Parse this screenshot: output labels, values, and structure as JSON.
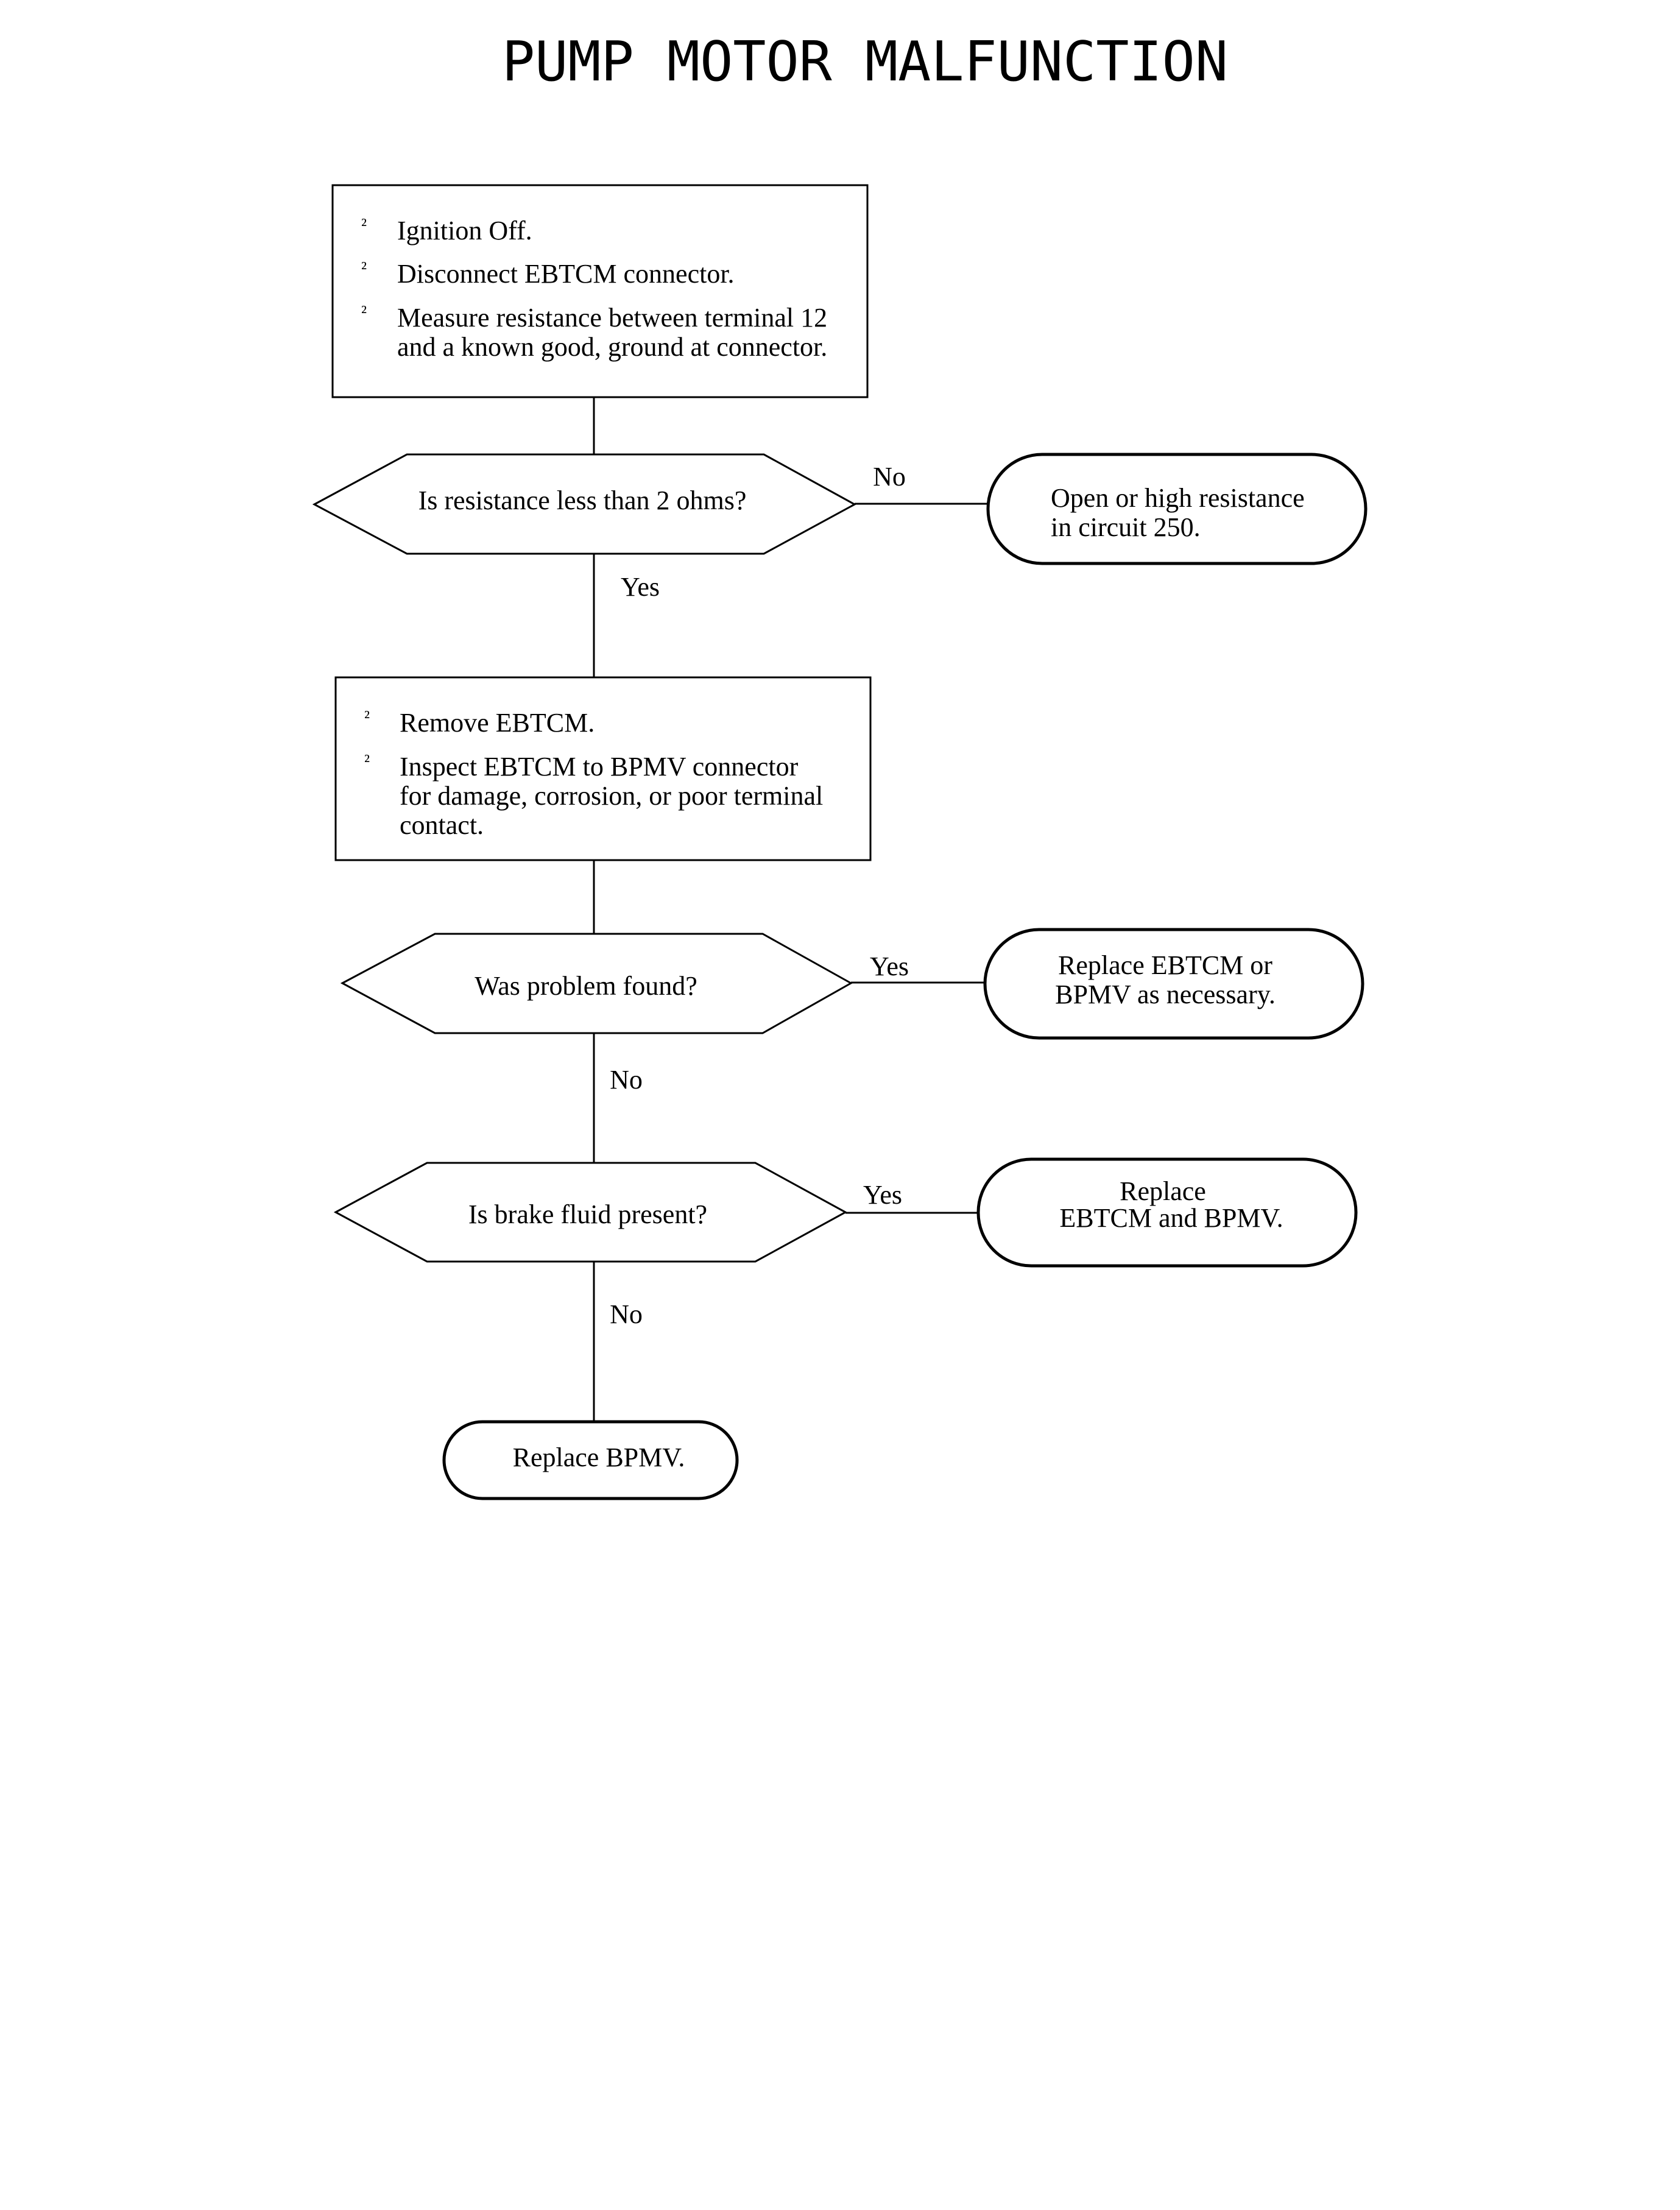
{
  "title": "PUMP MOTOR MALFUNCTION",
  "bullet_glyph": "²",
  "step1": {
    "items": [
      {
        "lines": [
          "Ignition Off."
        ]
      },
      {
        "lines": [
          "Disconnect EBTCM connector."
        ]
      },
      {
        "lines": [
          "Measure resistance between terminal 12",
          "and a known good, ground at connector."
        ]
      }
    ]
  },
  "decision1": {
    "text": "Is resistance less than  2 ohms?",
    "no_label": "No",
    "yes_label": "Yes"
  },
  "result1": {
    "lines": [
      "Open or high resistance",
      "in circuit 250."
    ]
  },
  "step2": {
    "items": [
      {
        "lines": [
          "Remove EBTCM."
        ]
      },
      {
        "lines": [
          "Inspect EBTCM to BPMV connector",
          "for damage, corrosion, or poor terminal",
          "contact."
        ]
      }
    ]
  },
  "decision2": {
    "text": "Was problem found?",
    "yes_label": "Yes",
    "no_label": "No"
  },
  "result2": {
    "lines": [
      "Replace EBTCM or",
      "BPMV as necessary."
    ]
  },
  "decision3": {
    "text": "Is brake fluid present?",
    "yes_label": "Yes",
    "no_label": "No"
  },
  "result3": {
    "lines": [
      "Replace",
      "EBTCM and BPMV."
    ]
  },
  "result4": {
    "lines": [
      "Replace BPMV."
    ]
  }
}
